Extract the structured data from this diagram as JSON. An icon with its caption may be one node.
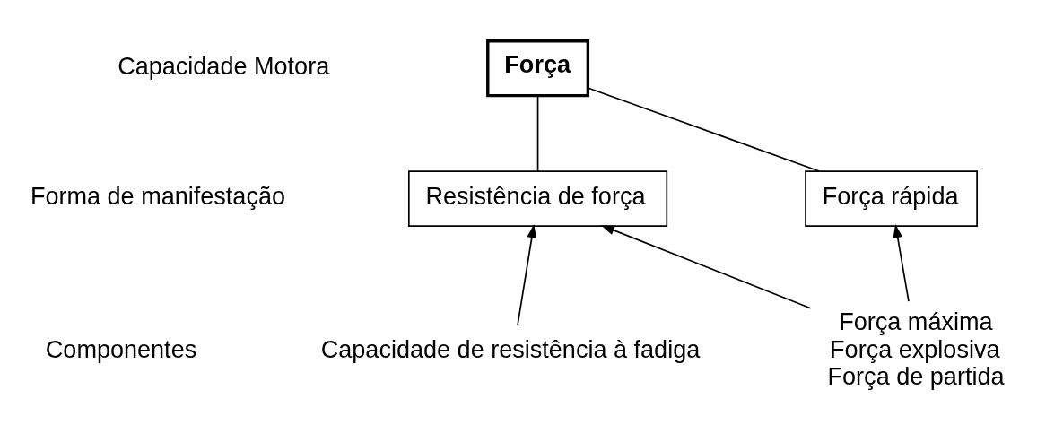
{
  "diagram": {
    "nodes": [
      {
        "text": [
          "Força"
        ]
      },
      {
        "text": [
          "Força rápida"
        ]
      },
      {
        "text": [
          "Resistência de força"
        ]
      },
      {
        "text": [
          "Força máxima",
          "Força explosiva",
          "Força de partida"
        ]
      },
      {
        "text": [
          "Capacidade de resistência à fadiga"
        ]
      }
    ],
    "edges": [
      {
        "from": 0,
        "to": 1,
        "arrow": "none"
      },
      {
        "from": 0,
        "to": 2,
        "arrow": "none"
      },
      {
        "from": 3,
        "to": 1,
        "arrow": "to"
      },
      {
        "from": 3,
        "to": 2,
        "arrow": "to"
      },
      {
        "from": 4,
        "to": 2,
        "arrow": "to"
      }
    ],
    "labels": [
      "Capacidade Motora",
      "Forma de manifestação",
      "Componentes"
    ]
  }
}
